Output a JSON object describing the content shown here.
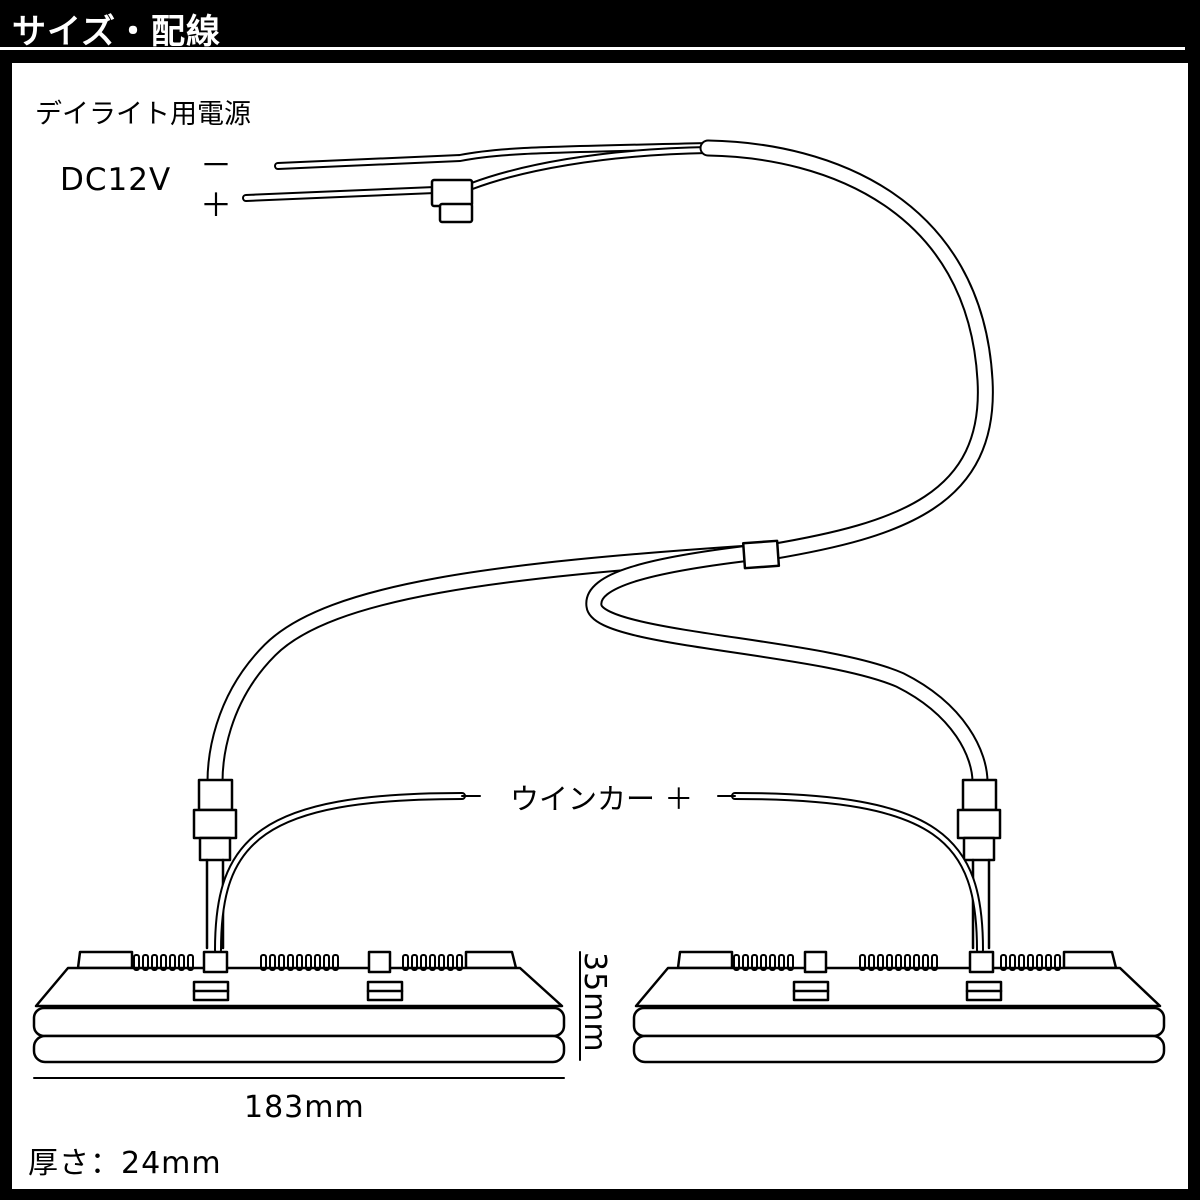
{
  "header": {
    "title": "サイズ・配線"
  },
  "labels": {
    "power": "デイライト用電源",
    "dc": "DC12V",
    "minus": "－",
    "plus": "＋",
    "blinker": "ウインカー ＋",
    "width": "183mm",
    "height": "35mm",
    "thickness": "厚さ：24mm"
  },
  "colors": {
    "background": "#000000",
    "panel": "#ffffff",
    "line": "#000000"
  }
}
